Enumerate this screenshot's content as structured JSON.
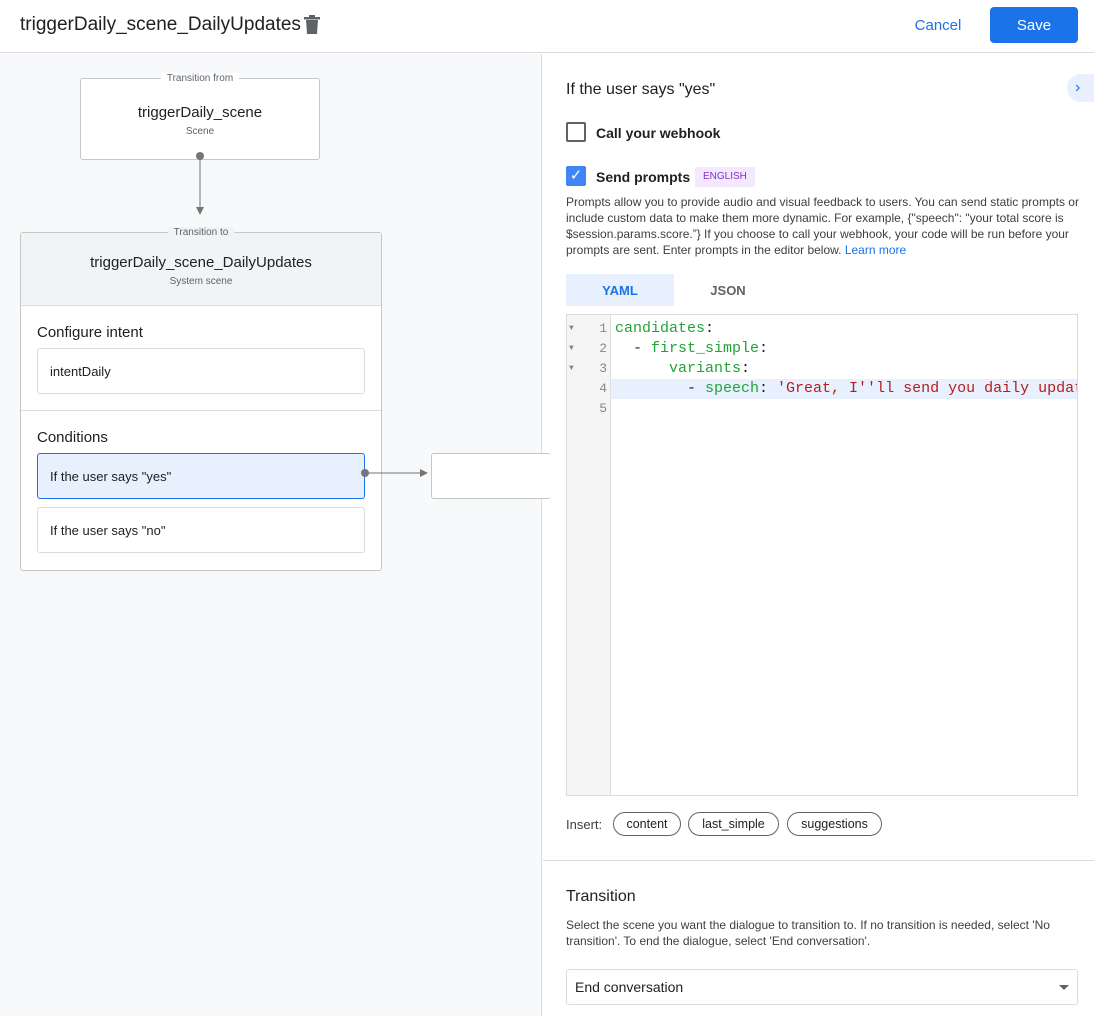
{
  "header": {
    "title": "triggerDaily_scene_DailyUpdates",
    "cancel": "Cancel",
    "save": "Save"
  },
  "canvas": {
    "from": {
      "label": "Transition from",
      "name": "triggerDaily_scene",
      "type": "Scene"
    },
    "to": {
      "label": "Transition to",
      "name": "triggerDaily_scene_DailyUpdates",
      "type": "System scene"
    },
    "configure_intent": {
      "heading": "Configure intent",
      "intent": "intentDaily"
    },
    "conditions": {
      "heading": "Conditions",
      "items": [
        "If the user says \"yes\"",
        "If the user says \"no\""
      ]
    }
  },
  "panel": {
    "title": "If the user says \"yes\"",
    "webhook": {
      "label": "Call your webhook",
      "checked": false
    },
    "prompts": {
      "label": "Send prompts",
      "checked": true,
      "badge": "ENGLISH",
      "description": "Prompts allow you to provide audio and visual feedback to users. You can send static prompts or include custom data to make them more dynamic. For example, {\"speech\": \"your total score is $session.params.score.”} If you choose to call your webhook, your code will be run before your prompts are sent. Enter prompts in the editor below.",
      "learn_more": "Learn more"
    },
    "tabs": [
      "YAML",
      "JSON"
    ],
    "active_tab": "YAML",
    "editor": {
      "line_numbers": [
        "1",
        "2",
        "3",
        "4",
        "5"
      ],
      "lines": [
        {
          "key": "candidates",
          "prefix": "",
          "value": ""
        },
        {
          "key": "first_simple",
          "prefix": "  - ",
          "value": ""
        },
        {
          "key": "variants",
          "prefix": "      ",
          "value": ""
        },
        {
          "key": "speech",
          "prefix": "        - ",
          "value": "'Great, I''ll send you daily updates."
        },
        {
          "key": "",
          "prefix": "",
          "value": ""
        }
      ]
    },
    "insert": {
      "label": "Insert:",
      "chips": [
        "content",
        "last_simple",
        "suggestions"
      ]
    },
    "transition": {
      "heading": "Transition",
      "description": "Select the scene you want the dialogue to transition to. If no transition is needed, select 'No transition'. To end the dialogue, select 'End conversation'.",
      "selected": "End conversation"
    }
  },
  "colors": {
    "accent": "#1a73e8",
    "badge_bg": "#f3e8fd",
    "badge_text": "#8430ce",
    "selected_bg": "#e8f0fe"
  }
}
